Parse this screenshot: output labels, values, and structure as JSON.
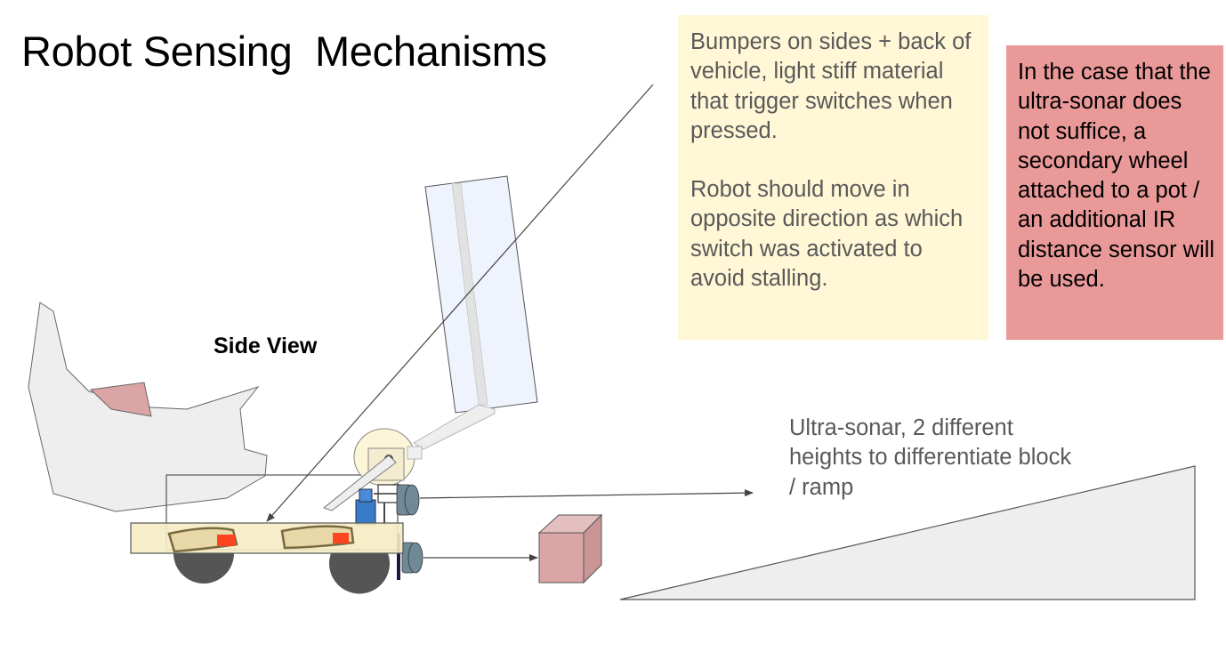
{
  "title": "Robot Sensing  Mechanisms",
  "bumper_note": {
    "paragraph1": "Bumpers on sides + back of vehicle, light stiff material that trigger switches when pressed.",
    "paragraph2": "Robot should move in opposite direction as which switch was activated to avoid stalling."
  },
  "fallback_note": "In the case that the ultra-sonar does not suffice, a secondary wheel attached to a pot / an additional IR distance sensor will be used.",
  "sonar_note": "Ultra-sonar, 2 different heights to differentiate block / ramp",
  "side_view_label": "Side View",
  "colors": {
    "yellow_note": "#fff7d6",
    "red_note": "#ea9999",
    "muted_text": "#595959",
    "block": "#dba5a5",
    "wheel": "#555555",
    "sensor": "#6f8a96",
    "bumper_highlight": "#ff4422",
    "servo": "#3a7bc8"
  }
}
